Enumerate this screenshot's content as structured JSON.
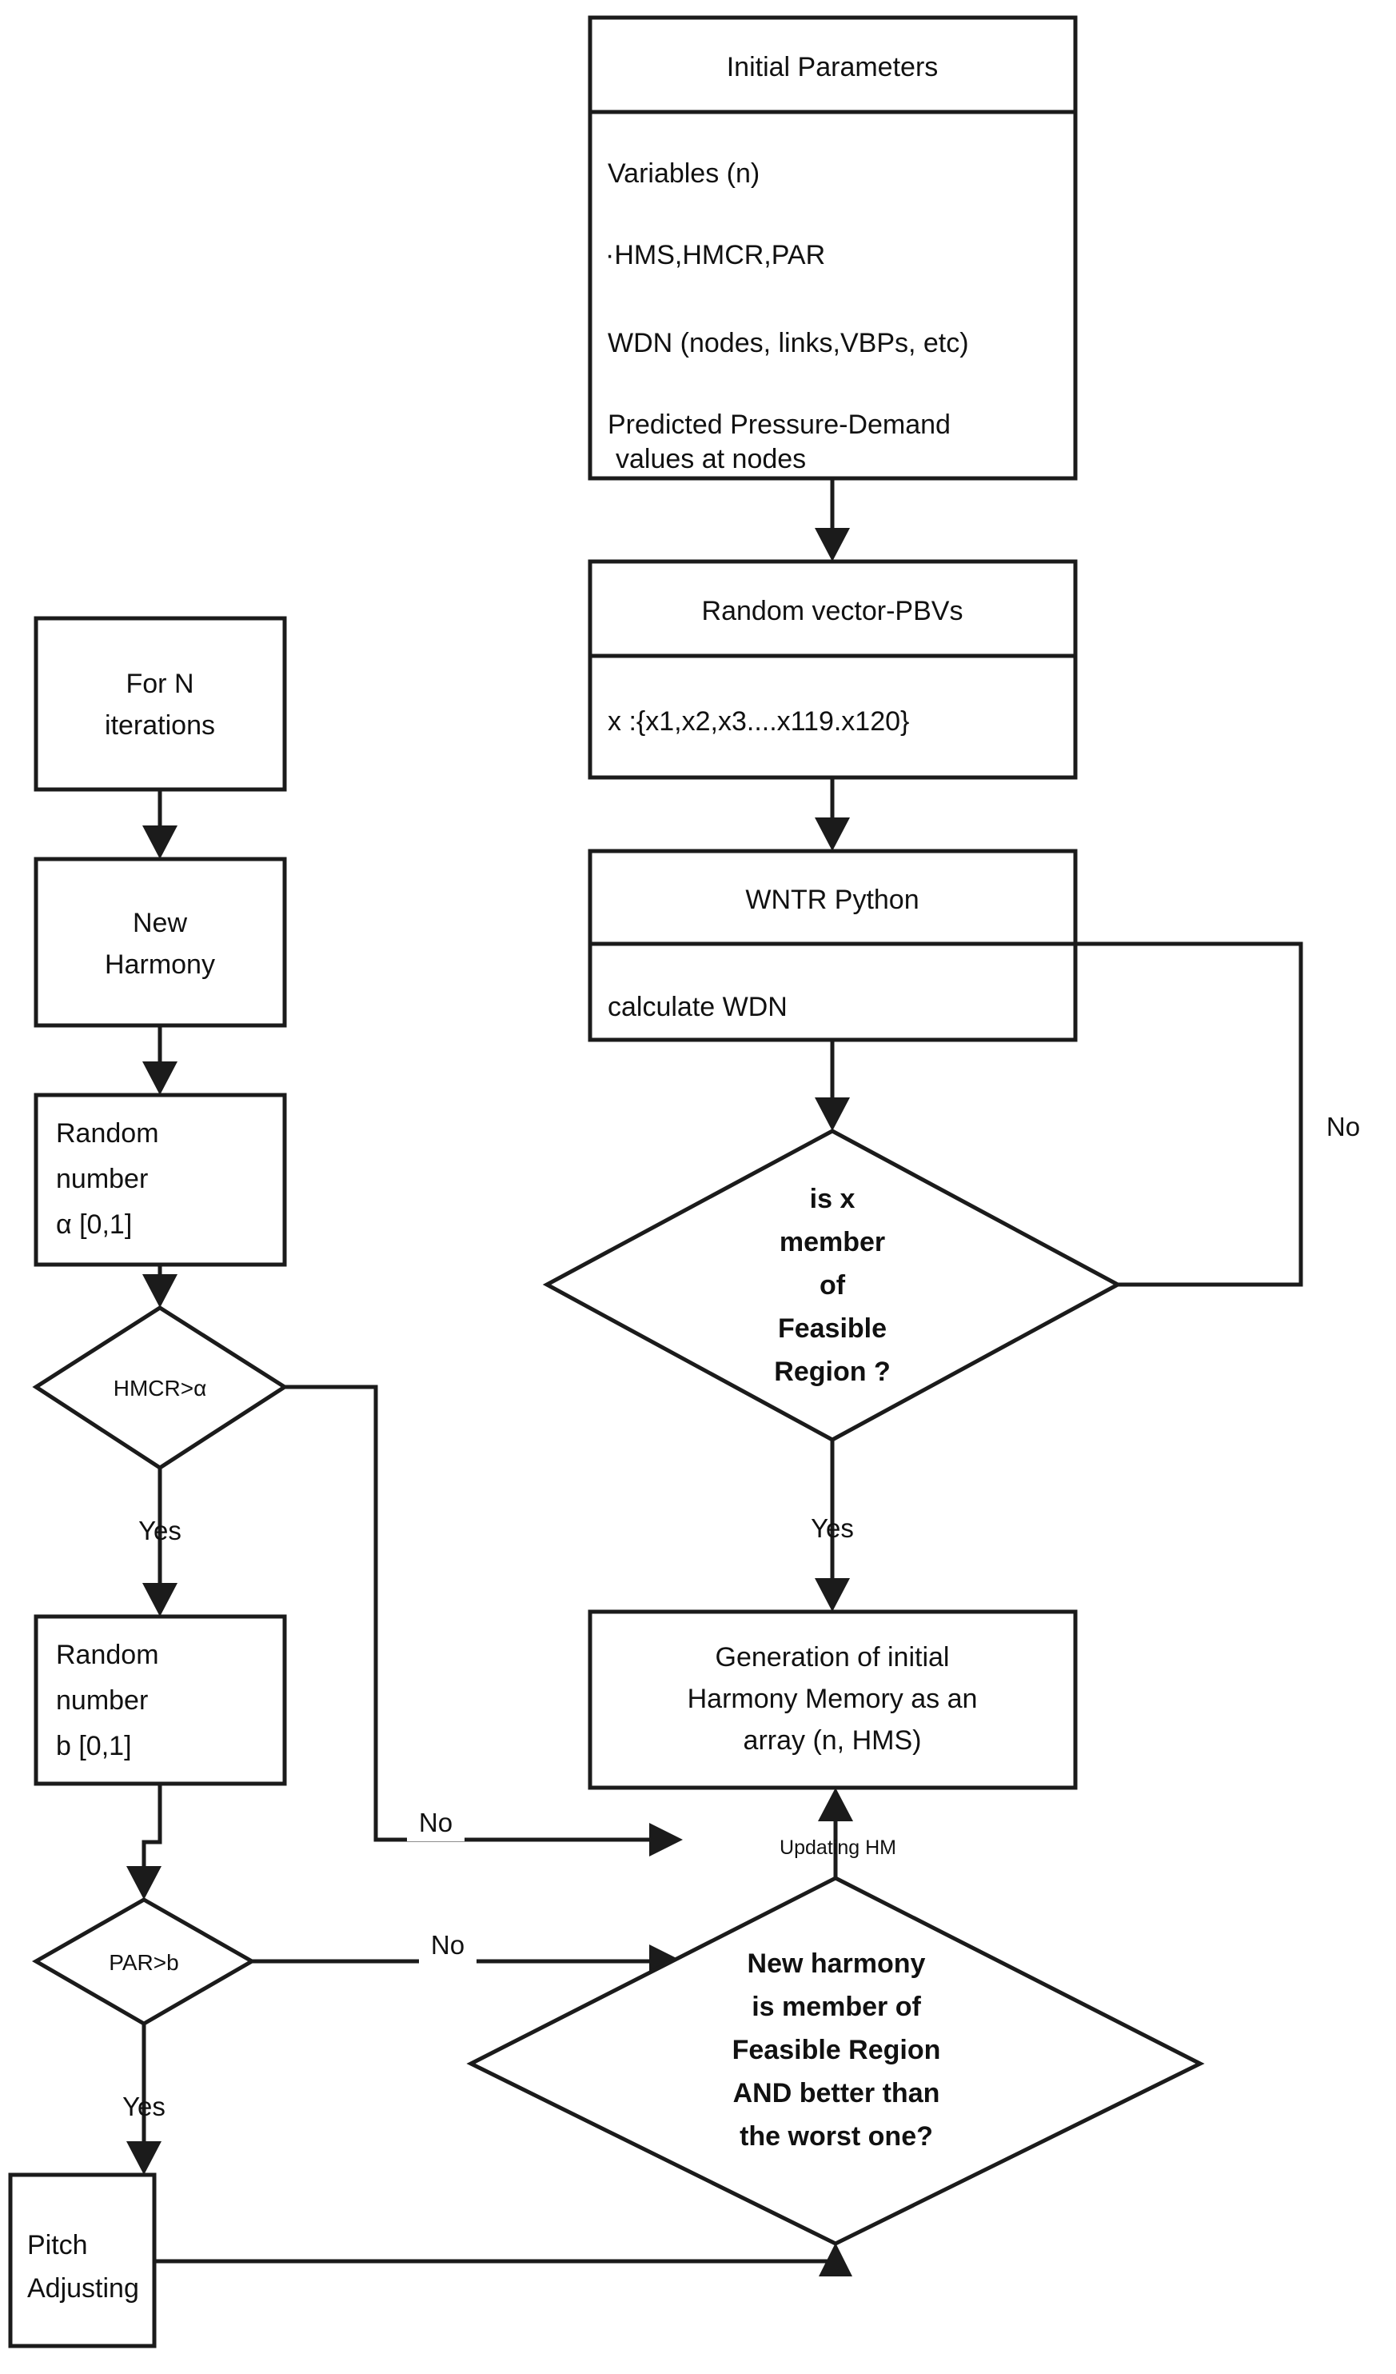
{
  "diagram": {
    "title": "Harmony Search algorithm flowchart for WDN pressure optimisation",
    "stroke_color": "#1b1b1b",
    "fill_color": "#ffffff"
  },
  "nodes": {
    "initial_parameters": {
      "header": "Initial Parameters",
      "lines": [
        "Variables (n)",
        "·HMS,HMCR,PAR",
        "WDN (nodes, links,VBPs, etc)",
        "Predicted Pressure-Demand",
        "  values at nodes"
      ]
    },
    "random_vector": {
      "header": "Random vector-PBVs",
      "lines": [
        "x :{x1,x2,x3....x119.x120}"
      ]
    },
    "wntr_python": {
      "header": "WNTR Python",
      "lines": [
        "calculate  WDN"
      ]
    },
    "feasible_diamond": {
      "lines": [
        "is x",
        "member",
        "of",
        "Feasible",
        "Region ?"
      ]
    },
    "generation_hm": {
      "lines": [
        "Generation of initial",
        "Harmony Memory as an",
        "array (n, HMS)"
      ]
    },
    "for_n": {
      "lines": [
        "For N",
        "iterations"
      ]
    },
    "new_harmony": {
      "lines": [
        "New",
        "Harmony"
      ]
    },
    "random_alpha": {
      "lines": [
        "Random",
        "number",
        "α [0,1]"
      ]
    },
    "hmcr_diamond": {
      "lines": [
        "HMCR>α"
      ]
    },
    "random_b": {
      "lines": [
        "Random",
        "number",
        "b  [0,1]"
      ]
    },
    "par_diamond": {
      "lines": [
        "PAR>b"
      ]
    },
    "pitch_adjusting": {
      "lines": [
        "Pitch",
        "Adjusting"
      ]
    },
    "new_harmony_diamond": {
      "lines": [
        "New harmony",
        "is member of",
        "Feasible Region",
        "AND better than",
        "the worst one?"
      ]
    }
  },
  "edge_labels": {
    "feasible_no": "No",
    "feasible_yes": "Yes",
    "hmcr_yes": "Yes",
    "hmcr_no": "No",
    "par_yes": "Yes",
    "par_no": "No",
    "updating_hm": "Updating HM"
  }
}
